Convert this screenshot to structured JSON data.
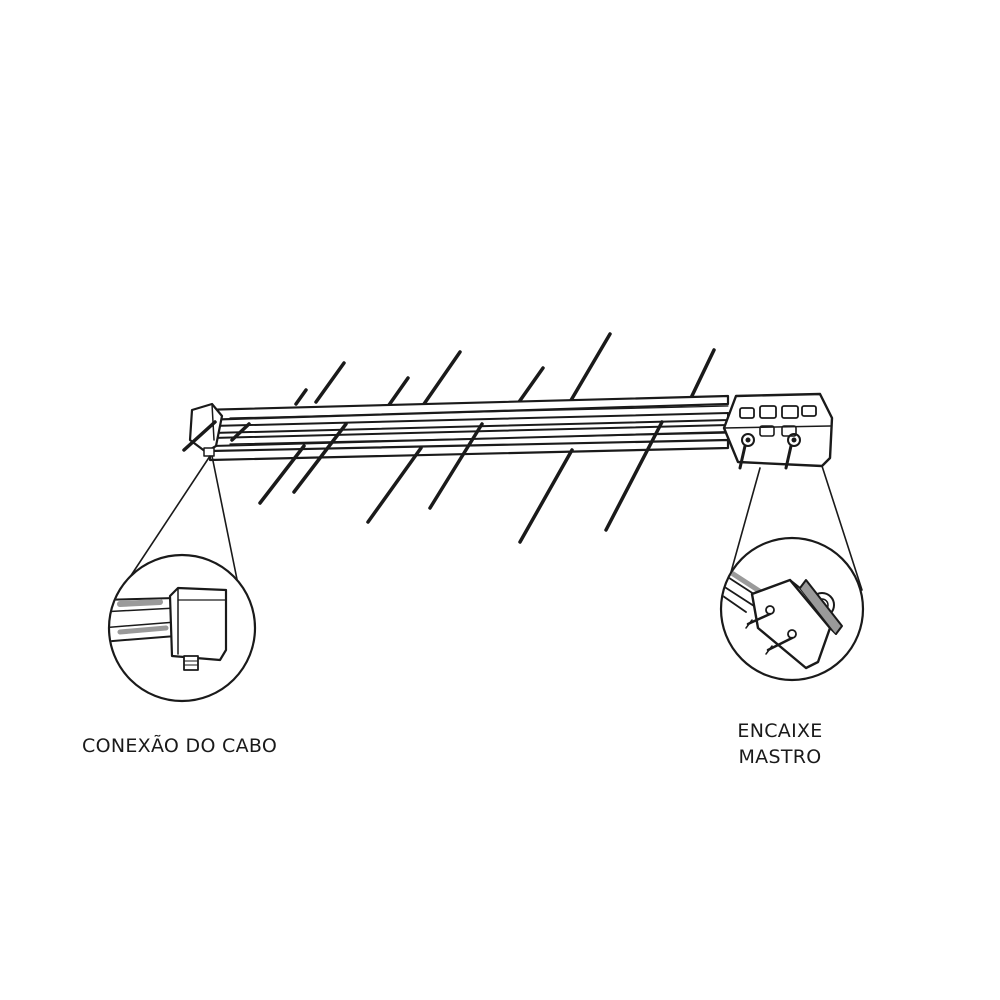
{
  "callouts": {
    "cable_connection": "CONEXÃO DO  CABO",
    "mast_mount_line1": "ENCAIXE",
    "mast_mount_line2": "MASTRO"
  },
  "colors": {
    "ink": "#1a1a1a",
    "background": "#ffffff",
    "shade": "#9a9a9a"
  }
}
